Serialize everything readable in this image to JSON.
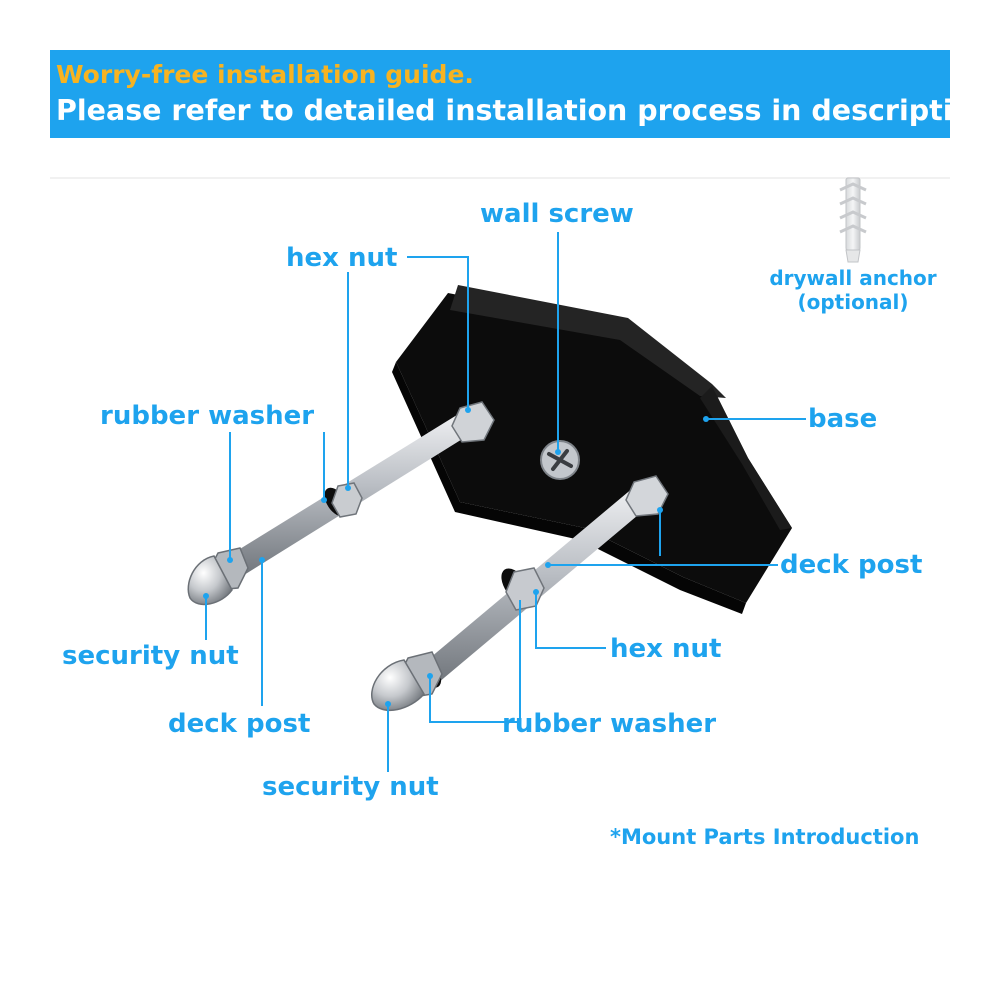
{
  "banner": {
    "line1": "Worry-free installation guide.",
    "line2": "Please refer to detailed installation process in description."
  },
  "labels": {
    "wall_screw": "wall screw",
    "hex_nut_top": "hex nut",
    "drywall_anchor": "drywall anchor",
    "drywall_optional": "(optional)",
    "rubber_washer_left": "rubber washer",
    "base": "base",
    "deck_post_right": "deck post",
    "security_nut_left": "security nut",
    "hex_nut_bottom": "hex nut",
    "deck_post_left": "deck post",
    "rubber_washer_bottom": "rubber washer",
    "security_nut_bottom": "security nut"
  },
  "caption": "*Mount Parts Introduction",
  "colors": {
    "accent": "#1ea3ee",
    "title_yellow": "#f7b321",
    "base_black": "#111111",
    "steel": "#b9bdc3"
  },
  "icons": {
    "anchor": "drywall-anchor-icon",
    "screw": "phillips-screw-icon"
  }
}
